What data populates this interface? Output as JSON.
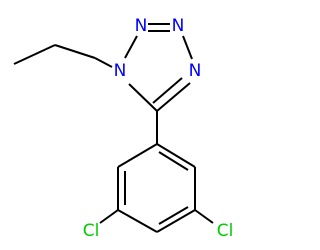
{
  "molecule": {
    "atoms": {
      "n1": "N",
      "n2": "N",
      "n3": "N",
      "n4": "N",
      "cl_left": "Cl",
      "cl_right": "Cl"
    },
    "colors": {
      "bond": "#000000",
      "nitrogen": "#0000ff",
      "chlorine": "#00cc00",
      "background": "#ffffff"
    }
  }
}
